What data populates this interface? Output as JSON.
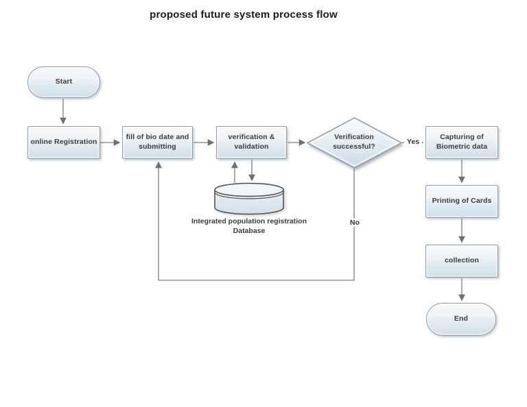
{
  "title": "proposed future system process flow",
  "nodes": {
    "start": {
      "label": "Start"
    },
    "online_registration": {
      "label": "online Registration"
    },
    "fill_bio": {
      "lines": [
        "fill of bio date and",
        "submitting"
      ]
    },
    "verification": {
      "lines": [
        "verification &",
        "validation"
      ]
    },
    "decision": {
      "lines": [
        "Verification",
        "successful?"
      ]
    },
    "capturing": {
      "lines": [
        "Capturing of",
        "Biometric data"
      ]
    },
    "printing": {
      "label": "Printing of Cards"
    },
    "collection": {
      "label": "collection"
    },
    "end": {
      "label": "End"
    },
    "database": {
      "lines": [
        "Integrated population registration",
        "Database"
      ]
    }
  },
  "edge_labels": {
    "yes": "Yes",
    "no": "No"
  },
  "colors": {
    "node_fill_top": "#f7fafc",
    "node_fill_bottom": "#d2dfe8",
    "node_border": "#8f9ba6",
    "cylinder_border": "#4d4d4d",
    "connector": "#7d7d7d",
    "text": "#3b3b3b",
    "title_text": "#1b1b1b",
    "background": "#ffffff"
  }
}
